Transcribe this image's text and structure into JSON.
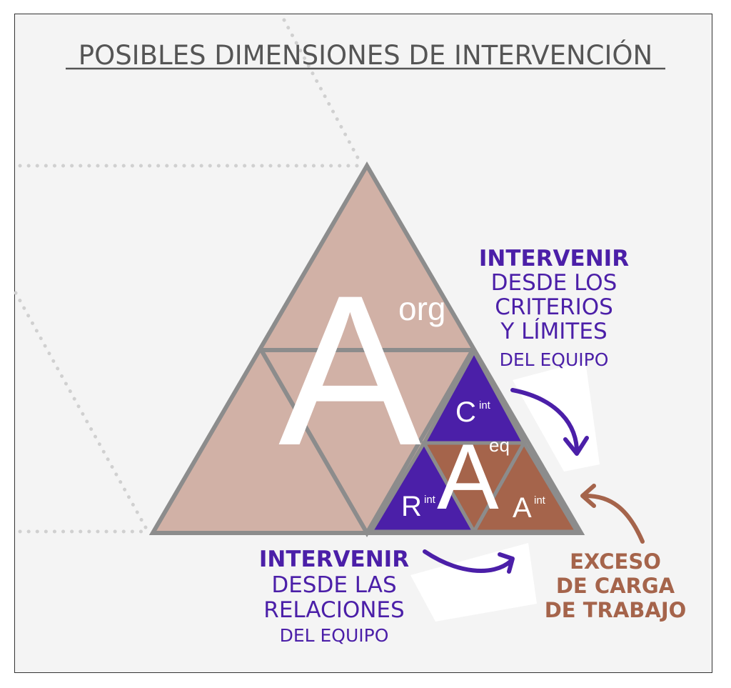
{
  "title": "POSIBLES DIMENSIONES DE INTERVENCIÓN",
  "colors": {
    "triangle_fill": "#d1b1a6",
    "triangle_stroke": "#8c8c8c",
    "purple": "#4b1fa8",
    "brown": "#a5644b",
    "background": "#f4f4f4",
    "title": "#555555"
  },
  "triangle": {
    "main_letter": "A",
    "main_sub": "org",
    "inner_letter": "A",
    "inner_sub": "eq",
    "top_letter": "C",
    "top_sup": "int",
    "left_letter": "R",
    "left_sup": "int",
    "right_letter": "A",
    "right_sup": "int"
  },
  "labels": {
    "criterios": {
      "line1": "INTERVENIR",
      "line2": "DESDE LOS",
      "line3": "CRITERIOS",
      "line4": "Y LÍMITES",
      "line5": "DEL EQUIPO"
    },
    "relaciones": {
      "line1": "INTERVENIR",
      "line2": "DESDE LAS",
      "line3": "RELACIONES",
      "line4": "DEL EQUIPO"
    },
    "carga": {
      "line1": "EXCESO",
      "line2": "DE CARGA",
      "line3": "DE TRABAJO"
    }
  }
}
